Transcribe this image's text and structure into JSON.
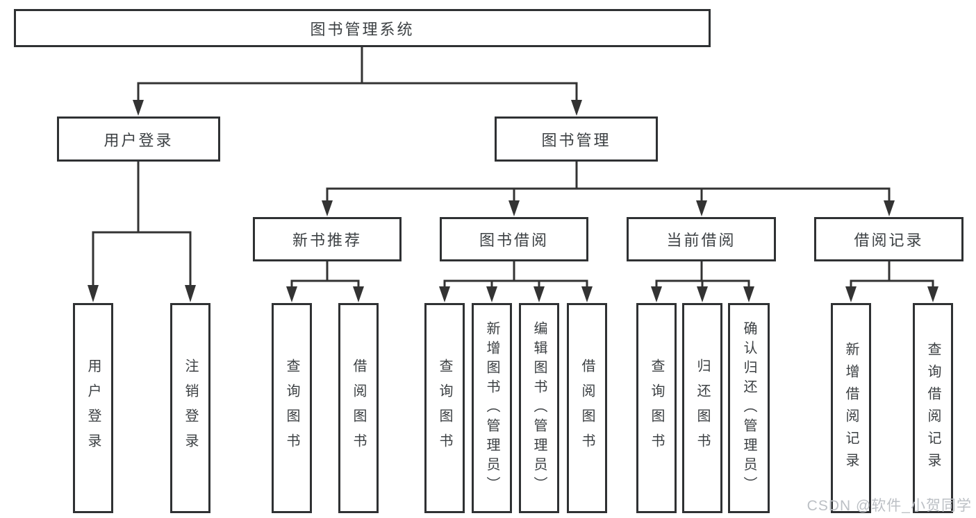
{
  "nodes": {
    "root": "图书管理系统",
    "l2": {
      "user_login": "用户登录",
      "book_management": "图书管理"
    },
    "l3": {
      "new_book_recommend": "新书推荐",
      "book_borrowing": "图书借阅",
      "current_borrowing": "当前借阅",
      "borrowing_records": "借阅记录"
    },
    "l4": {
      "user_login": "用户登录",
      "logout": "注销登录",
      "nb_query_books": "查询图书",
      "nb_borrow_books": "借阅图书",
      "bb_query_books": "查询图书",
      "bb_add_books": "新增图书（管理员）",
      "bb_edit_books": "编辑图书（管理员）",
      "bb_borrow_books": "借阅图书",
      "cb_query_books": "查询图书",
      "cb_return_books": "归还图书",
      "cb_confirm_return": "确认归还（管理员）",
      "br_add_record": "新增借阅记录",
      "br_query_record": "查询借阅记录"
    }
  },
  "watermark": "CSDN @软件_小贺同学",
  "colors": {
    "line": "#333333",
    "border": "#2f3133",
    "text": "#3c4043",
    "background": "#ffffff",
    "watermark": "#bcc0c5"
  }
}
